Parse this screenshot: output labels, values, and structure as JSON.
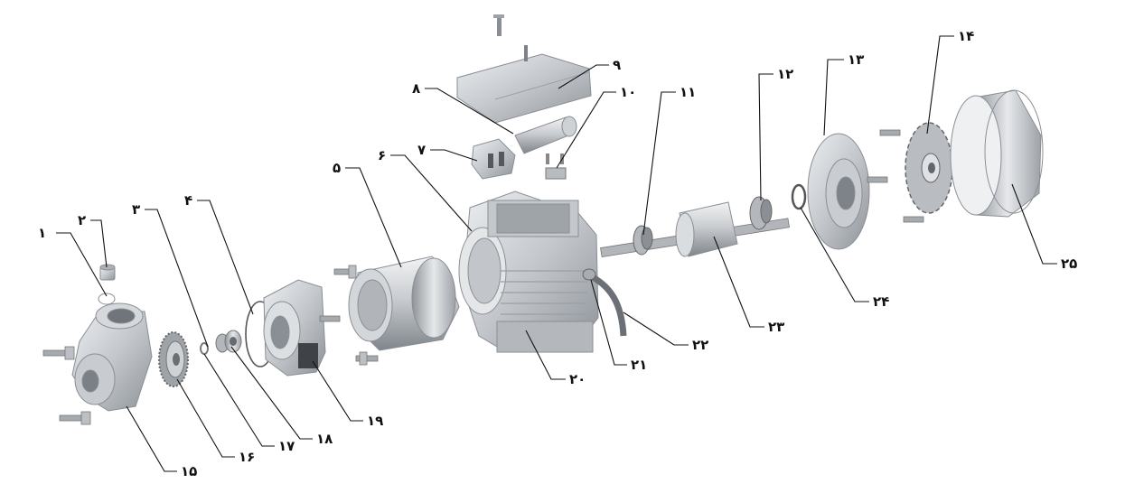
{
  "callouts": [
    {
      "id": "1",
      "label": "۱"
    },
    {
      "id": "2",
      "label": "۲"
    },
    {
      "id": "3",
      "label": "۳"
    },
    {
      "id": "4",
      "label": "۴"
    },
    {
      "id": "5",
      "label": "۵"
    },
    {
      "id": "6",
      "label": "۶"
    },
    {
      "id": "7",
      "label": "۷"
    },
    {
      "id": "8",
      "label": "۸"
    },
    {
      "id": "9",
      "label": "۹"
    },
    {
      "id": "10",
      "label": "۱۰"
    },
    {
      "id": "11",
      "label": "۱۱"
    },
    {
      "id": "12",
      "label": "۱۲"
    },
    {
      "id": "13",
      "label": "۱۳"
    },
    {
      "id": "14",
      "label": "۱۴"
    },
    {
      "id": "15",
      "label": "۱۵"
    },
    {
      "id": "16",
      "label": "۱۶"
    },
    {
      "id": "17",
      "label": "۱۷"
    },
    {
      "id": "18",
      "label": "۱۸"
    },
    {
      "id": "19",
      "label": "۱۹"
    },
    {
      "id": "20",
      "label": "۲۰"
    },
    {
      "id": "21",
      "label": "۲۱"
    },
    {
      "id": "22",
      "label": "۲۲"
    },
    {
      "id": "23",
      "label": "۲۳"
    },
    {
      "id": "24",
      "label": "۲۴"
    },
    {
      "id": "25",
      "label": "۲۵"
    }
  ],
  "colors": {
    "part_light": "#d9dcdf",
    "part_mid": "#b9bdc2",
    "part_dark": "#8e9399",
    "line": "#111111"
  }
}
